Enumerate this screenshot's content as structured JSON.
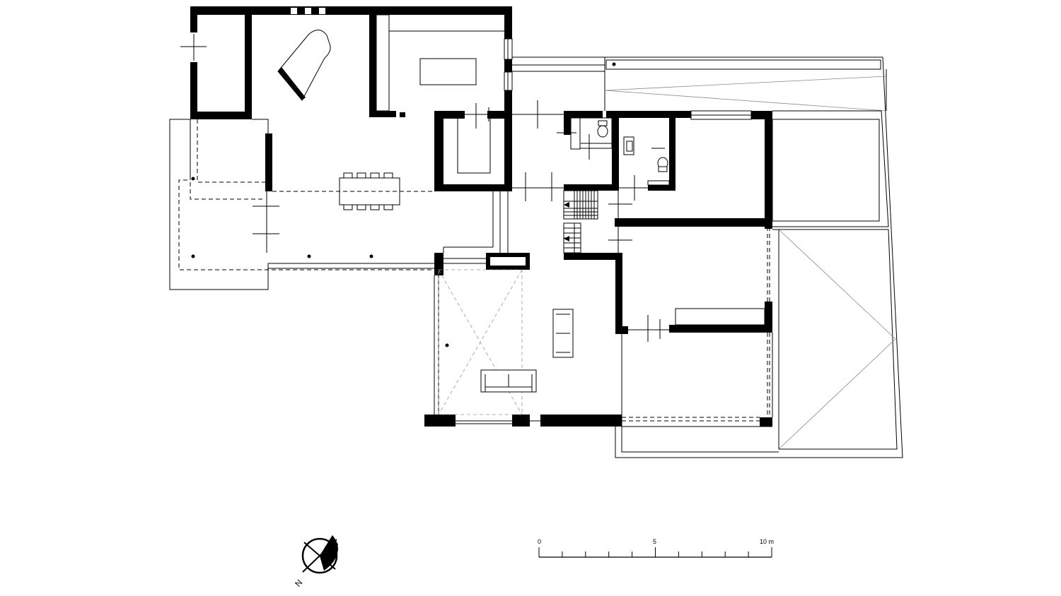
{
  "scale_bar": {
    "labels": [
      "0",
      "5",
      "10 m"
    ],
    "range_m": [
      0,
      10
    ],
    "tick_step_m": 1
  },
  "north_arrow": {
    "label": "N",
    "icon": "north-arrow-icon"
  }
}
